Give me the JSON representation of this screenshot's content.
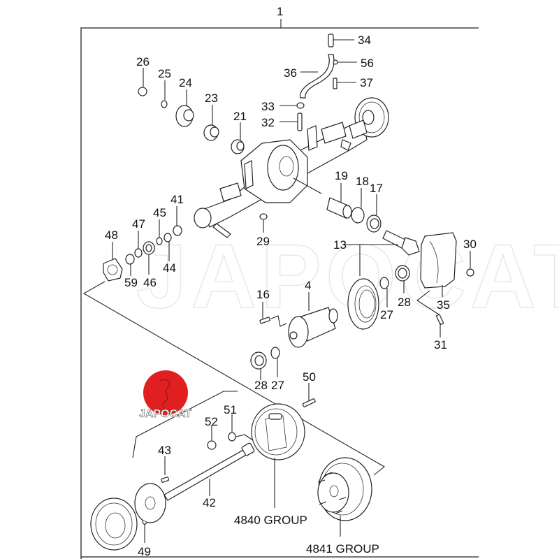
{
  "diagram": {
    "title_callout": "1",
    "watermark": "JAPOCAT",
    "logo": {
      "text": "JAPOCAT",
      "color": "#e02020"
    },
    "callouts": {
      "c4": "4",
      "c13": "13",
      "c16": "16",
      "c17": "17",
      "c18": "18",
      "c19": "19",
      "c21": "21",
      "c23": "23",
      "c24": "24",
      "c25": "25",
      "c26": "26",
      "c27a": "27",
      "c27b": "27",
      "c28a": "28",
      "c28b": "28",
      "c29": "29",
      "c30": "30",
      "c31": "31",
      "c32": "32",
      "c33": "33",
      "c34": "34",
      "c35": "35",
      "c36": "36",
      "c37": "37",
      "c41": "41",
      "c42": "42",
      "c43": "43",
      "c44": "44",
      "c45": "45",
      "c46": "46",
      "c47": "47",
      "c48": "48",
      "c49": "49",
      "c50": "50",
      "c51": "51",
      "c52": "52",
      "c56": "56",
      "c59": "59"
    },
    "groups": {
      "g4840": "4840 GROUP",
      "g4841": "4841 GROUP"
    }
  }
}
